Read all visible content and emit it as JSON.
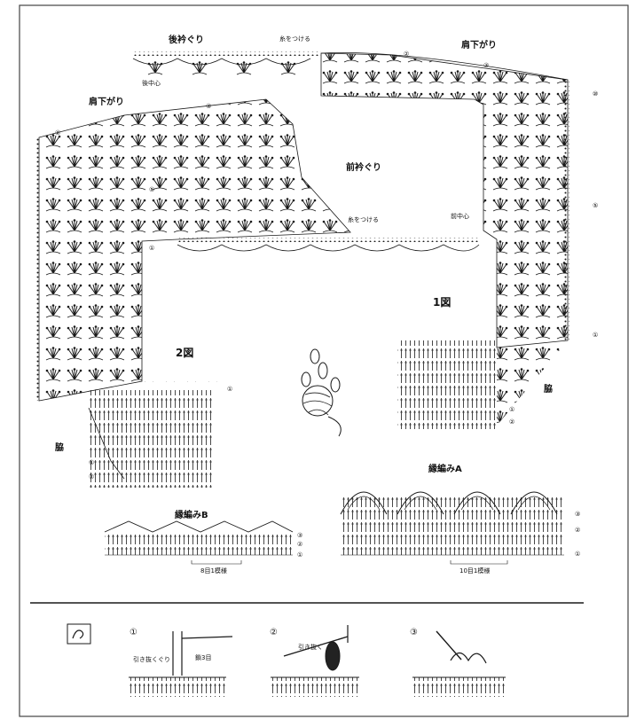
{
  "labels": {
    "back_neck": "後衿ぐり",
    "yarn_join_top": "糸をつける",
    "shoulder_right": "肩下がり",
    "shoulder_left": "肩下がり",
    "front_neck": "前衿ぐり",
    "yarn_join_mid": "糸をつける",
    "front_center": "前中心",
    "back_center": "後中心",
    "fig1": "1図",
    "fig2": "2図",
    "side_left": "脇",
    "side_right": "脇",
    "edge_a": "縁編みA",
    "edge_b": "縁編みB",
    "repeat_a": "10目1模様",
    "repeat_b": "8目1模様",
    "step1_label_a": "引き抜くぐり",
    "step1_label_b": "鎖3目",
    "step2_label": "引き抜く"
  },
  "rows": {
    "r1": "①",
    "r2": "②",
    "r3": "③",
    "r5": "⑤",
    "r10": "⑩"
  },
  "steps": [
    "①",
    "②",
    "③"
  ],
  "colors": {
    "ink": "#1a1a1a",
    "paper": "#ffffff",
    "frame": "#444444"
  }
}
